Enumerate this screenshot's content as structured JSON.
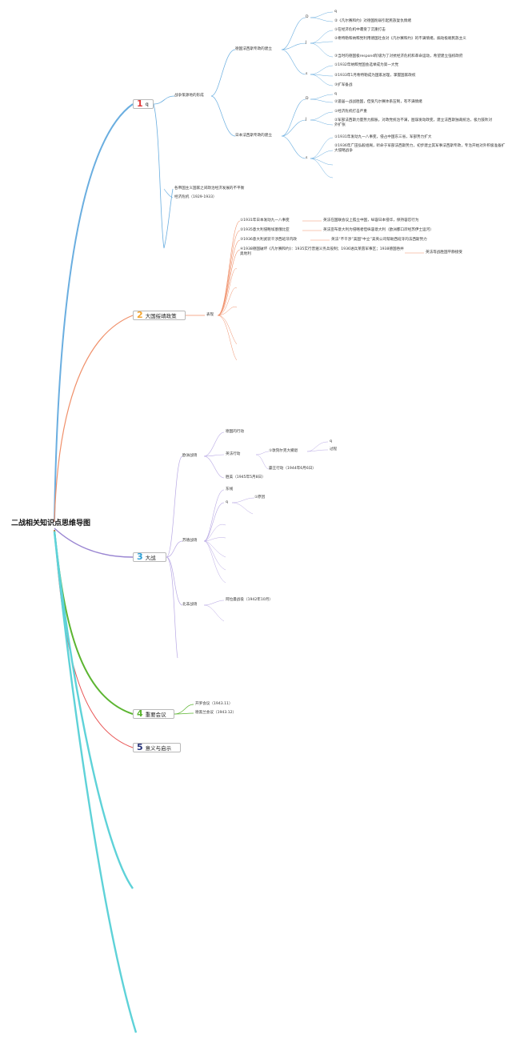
{
  "title": "二战相关知识点思维导图",
  "colors": {
    "topic1": "#e03a3a",
    "topic2": "#f3a530",
    "topic3": "#2ea0d6",
    "topic4": "#5cb531",
    "topic5": "#26337a",
    "line_blue": "#6aaee0",
    "line_orange": "#f0906a",
    "line_purple": "#9a86d2",
    "line_green": "#5cb531",
    "line_red": "#e85555",
    "line_teal": "#5ed2d8"
  },
  "topics": [
    {
      "num": "1",
      "label": "q"
    },
    {
      "num": "2",
      "label": "大国绥靖政策"
    },
    {
      "num": "3",
      "label": "大战"
    },
    {
      "num": "4",
      "label": "重要会议"
    },
    {
      "num": "5",
      "label": "意义与启示"
    }
  ],
  "t1": {
    "war_source": "战争策源地的形成",
    "germany": "德国法西斯专政的建立",
    "japan": "日本法西斯专政的建立",
    "uneven": "各帝国主义国家之间政治经济发展的不平衡",
    "crisis": "经济危机（1929-1933）",
    "g_labels": [
      "D",
      "J",
      "s"
    ],
    "g_d": [
      "q",
      "②《凡尔赛和约》对德国削弱引起民族复仇情绪"
    ],
    "g_j": [
      "①在经济危机中遭受了沉重打击",
      "②希特勒和纳粹党利用德国社会对《凡尔赛和约》的不满情绪，煽动极端民族主义",
      "③当时的德国极respond阶级为了对抗经济危机和革命运动，希望建立强权政府"
    ],
    "g_s": [
      "①1932年纳粹党国会选举成为第一大党",
      "②1933年1月希特勒成为国家总理，掌握国家政权",
      "③扩军备战"
    ],
    "j_labels": [
      "D",
      "J",
      "s"
    ],
    "j_d": [
      "q",
      "②遥居一战战胜国，但受凡尔赛体系压制，有不满情绪"
    ],
    "j_j": [
      "①经济危机打击严重",
      "②军部法西斯力量势力膨胀，对政党统治不满，图谋发动政变，建立法西斯独裁统治，极力鼓吹对外扩张"
    ],
    "j_s": [
      "①1931年发动九一八事变，侵占中国东三省，军部势力扩大",
      "②1936年广田弘毅组阁，听命于军部法西斯势力，初步建立其军事法西斯专政，专治开始对外积极准备扩大侵略战争"
    ]
  },
  "t2": {
    "label": "表现",
    "rows": [
      {
        "left": "①1931年日本发动九一八事变",
        "right": "英法在国联会议上孤立中国，纵容日本侵华，保持容忍行为"
      },
      {
        "left": "②1935意大利侵略埃塞俄比亚",
        "right": "英法宣布意大利为侵略者但纵容意大利（欧洲都口岸经苏伊士运河）"
      },
      {
        "left": "③1936意大利武装干涉西班牙内政",
        "right": "英法“不干涉”美国“中立”美英公司帮助西班牙的法西斯势力"
      },
      {
        "left": "④1938德国破坏《凡尔赛和约》：1935实行普遍义务兵役制；1936进兵莱茵军事区；1938德国吞并奥地利",
        "right": "英法等战胜国平静接受"
      }
    ]
  },
  "t3": {
    "europe": "欧洲战场",
    "europe_items": [
      "德国的行动",
      "英法行动",
      "胜美（1945年5月8日）"
    ],
    "france": [
      "①敦刻尔克大撤退",
      "霸王行动（1944年6月6日）"
    ],
    "dunkirk": [
      "q",
      "过程"
    ],
    "soviet": "苏德战场",
    "soviet_items": [
      "东线",
      "q"
    ],
    "soviet_sub": "①原因",
    "africa": "北非战场",
    "africa_item": "阿拉曼战役（1942年10月）"
  },
  "t4": {
    "items": [
      "开罗会议（1943.11）",
      "德黑兰会议（1943.12）"
    ]
  }
}
